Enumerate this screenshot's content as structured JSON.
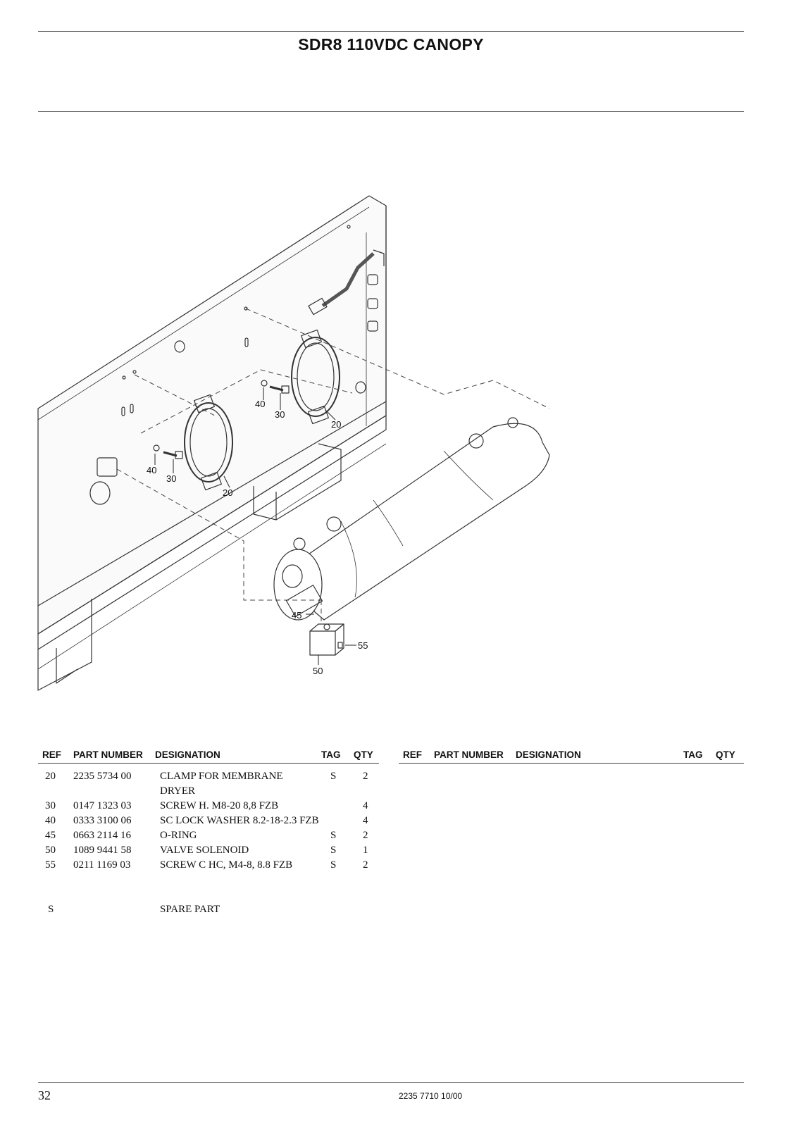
{
  "header": {
    "title": "SDR8 110VDC CANOPY"
  },
  "drawing": {
    "callouts": [
      "20",
      "30",
      "40",
      "20",
      "30",
      "40",
      "45",
      "50",
      "55"
    ]
  },
  "table_left": {
    "headers": {
      "ref": "REF",
      "part_number": "PART NUMBER",
      "designation": "DESIGNATION",
      "tag": "TAG",
      "qty": "QTY"
    },
    "rows": [
      {
        "ref": "20",
        "part_number": "2235 5734 00",
        "designation": "CLAMP FOR MEMBRANE",
        "tag": "S",
        "qty": "2"
      },
      {
        "ref": "",
        "part_number": "",
        "designation": "DRYER",
        "tag": "",
        "qty": ""
      },
      {
        "ref": "30",
        "part_number": "0147 1323 03",
        "designation": "SCREW H. M8-20 8,8 FZB",
        "tag": "",
        "qty": "4"
      },
      {
        "ref": "40",
        "part_number": "0333 3100 06",
        "designation": "SC LOCK WASHER 8.2-18-2.3 FZB",
        "tag": "",
        "qty": "4"
      },
      {
        "ref": "45",
        "part_number": "0663 2114 16",
        "designation": "O-RING",
        "tag": "S",
        "qty": "2"
      },
      {
        "ref": "50",
        "part_number": "1089 9441 58",
        "designation": "VALVE SOLENOID",
        "tag": "S",
        "qty": "1"
      },
      {
        "ref": "55",
        "part_number": "0211 1169 03",
        "designation": "SCREW C HC, M4-8, 8.8 FZB",
        "tag": "S",
        "qty": "2"
      }
    ]
  },
  "legend": {
    "symbol": "S",
    "meaning": "SPARE PART"
  },
  "table_right": {
    "headers": {
      "ref": "REF",
      "part_number": "PART NUMBER",
      "designation": "DESIGNATION",
      "tag": "TAG",
      "qty": "QTY"
    }
  },
  "footer": {
    "page_number": "32",
    "doc_number": "2235 7710 10/00"
  }
}
